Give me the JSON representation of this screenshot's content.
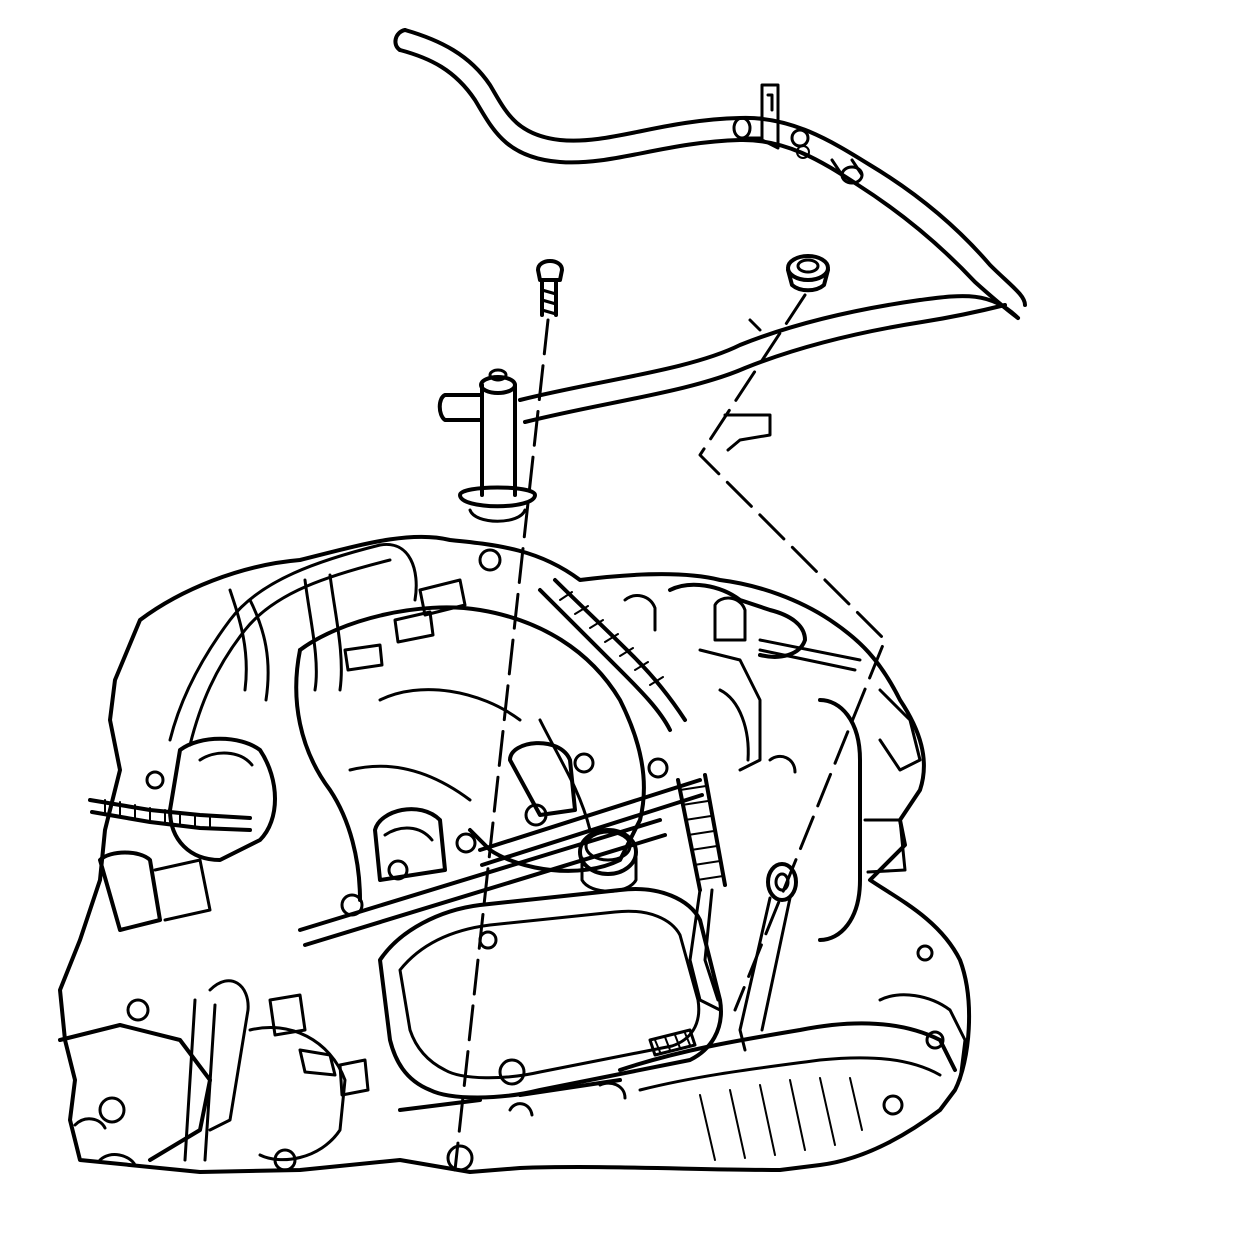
{
  "diagram": {
    "kind": "exploded-assembly-line-drawing",
    "colors": {
      "line": "#000000",
      "background": "#ffffff"
    },
    "parts": [
      {
        "id": "coolant-pipe-upper",
        "icon": "hose-pipe"
      },
      {
        "id": "bolt",
        "icon": "bolt-icon"
      },
      {
        "id": "nut",
        "icon": "nut-icon"
      },
      {
        "id": "coolant-pipe-lower",
        "icon": "pipe-with-stub"
      },
      {
        "id": "engine-assembly",
        "icon": "engine-icon"
      }
    ]
  }
}
